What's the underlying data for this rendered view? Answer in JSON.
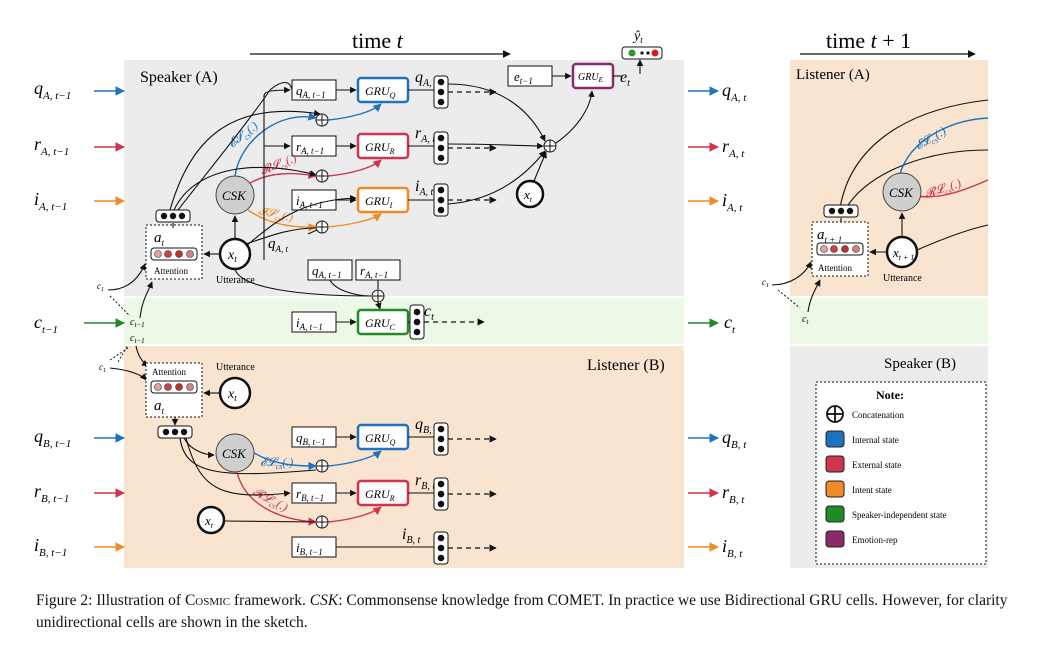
{
  "header": {
    "time_t_prefix": "time",
    "time_t_var": "t",
    "time_t1_prefix": "time",
    "time_t1_var": "t",
    "time_t1_suffix": " + 1"
  },
  "panels": {
    "speaker_a": "Speaker (A)",
    "listener_b": "Listener (B)",
    "listener_a": "Listener (A)",
    "speaker_b": "Speaker (B)"
  },
  "inputs_left": {
    "qA": {
      "base": "q",
      "sub": "A, t−1"
    },
    "rA": {
      "base": "r",
      "sub": "A, t−1"
    },
    "iA": {
      "base": "i",
      "sub": "A, t−1"
    },
    "c": {
      "base": "c",
      "sub": "t−1"
    },
    "qB": {
      "base": "q",
      "sub": "B, t−1"
    },
    "rB": {
      "base": "r",
      "sub": "B, t−1"
    },
    "iB": {
      "base": "i",
      "sub": "B, t−1"
    }
  },
  "outputs_right": {
    "qA": {
      "base": "q",
      "sub": "A, t"
    },
    "rA": {
      "base": "r",
      "sub": "A, t"
    },
    "iA": {
      "base": "i",
      "sub": "A, t"
    },
    "c": {
      "base": "c",
      "sub": "t"
    },
    "qB": {
      "base": "q",
      "sub": "B, t"
    },
    "rB": {
      "base": "r",
      "sub": "B, t"
    },
    "iB": {
      "base": "i",
      "sub": "B, t"
    }
  },
  "gru_labels": {
    "q": {
      "base": "GRU",
      "sub": "Q"
    },
    "r": {
      "base": "GRU",
      "sub": "R"
    },
    "i": {
      "base": "GRU",
      "sub": "I"
    },
    "c": {
      "base": "GRU",
      "sub": "C"
    },
    "e": {
      "base": "GRU",
      "sub": "E"
    }
  },
  "relations": {
    "es": "𝓔𝓢",
    "rs": "𝓡𝓢",
    "is": "𝓘𝓢",
    "el": "𝓔𝓛",
    "rl": "𝓡𝓛",
    "sub": "cs",
    "arg": "(.)"
  },
  "labels": {
    "csk": "CSK",
    "attention": "Attention",
    "utterance": "Utterance",
    "x": "x",
    "a": "a",
    "e": "e",
    "y_hat": "ŷ",
    "c1": "c",
    "c1_sub": "1"
  },
  "legend": {
    "title": "Note:",
    "items": [
      {
        "label": "Concatenation",
        "color": ""
      },
      {
        "label": "Internal state",
        "color": "#1e73be"
      },
      {
        "label": "External state",
        "color": "#d0344e"
      },
      {
        "label": "Intent state",
        "color": "#f08a24"
      },
      {
        "label": "Speaker-independent state",
        "color": "#1f8a2a"
      },
      {
        "label": "Emotion-rep",
        "color": "#8b2a6b"
      }
    ]
  },
  "colors": {
    "internal": "#1e73be",
    "external": "#d0344e",
    "intent": "#f08a24",
    "independent": "#1f8a2a",
    "emotion": "#8b2a6b",
    "speaker_bg": "#ececec",
    "listener_bg": "#f8e4cf",
    "context_bg": "#edf8e6"
  },
  "caption": {
    "prefix": "Figure 2: Illustration of ",
    "cosmic": "Cosmic",
    "mid": " framework. ",
    "csk": "CSK",
    "rest": ": Commonsense knowledge from COMET. In practice we use Bidirectional GRU cells. However, for clarity unidirectional cells are shown in the sketch."
  }
}
